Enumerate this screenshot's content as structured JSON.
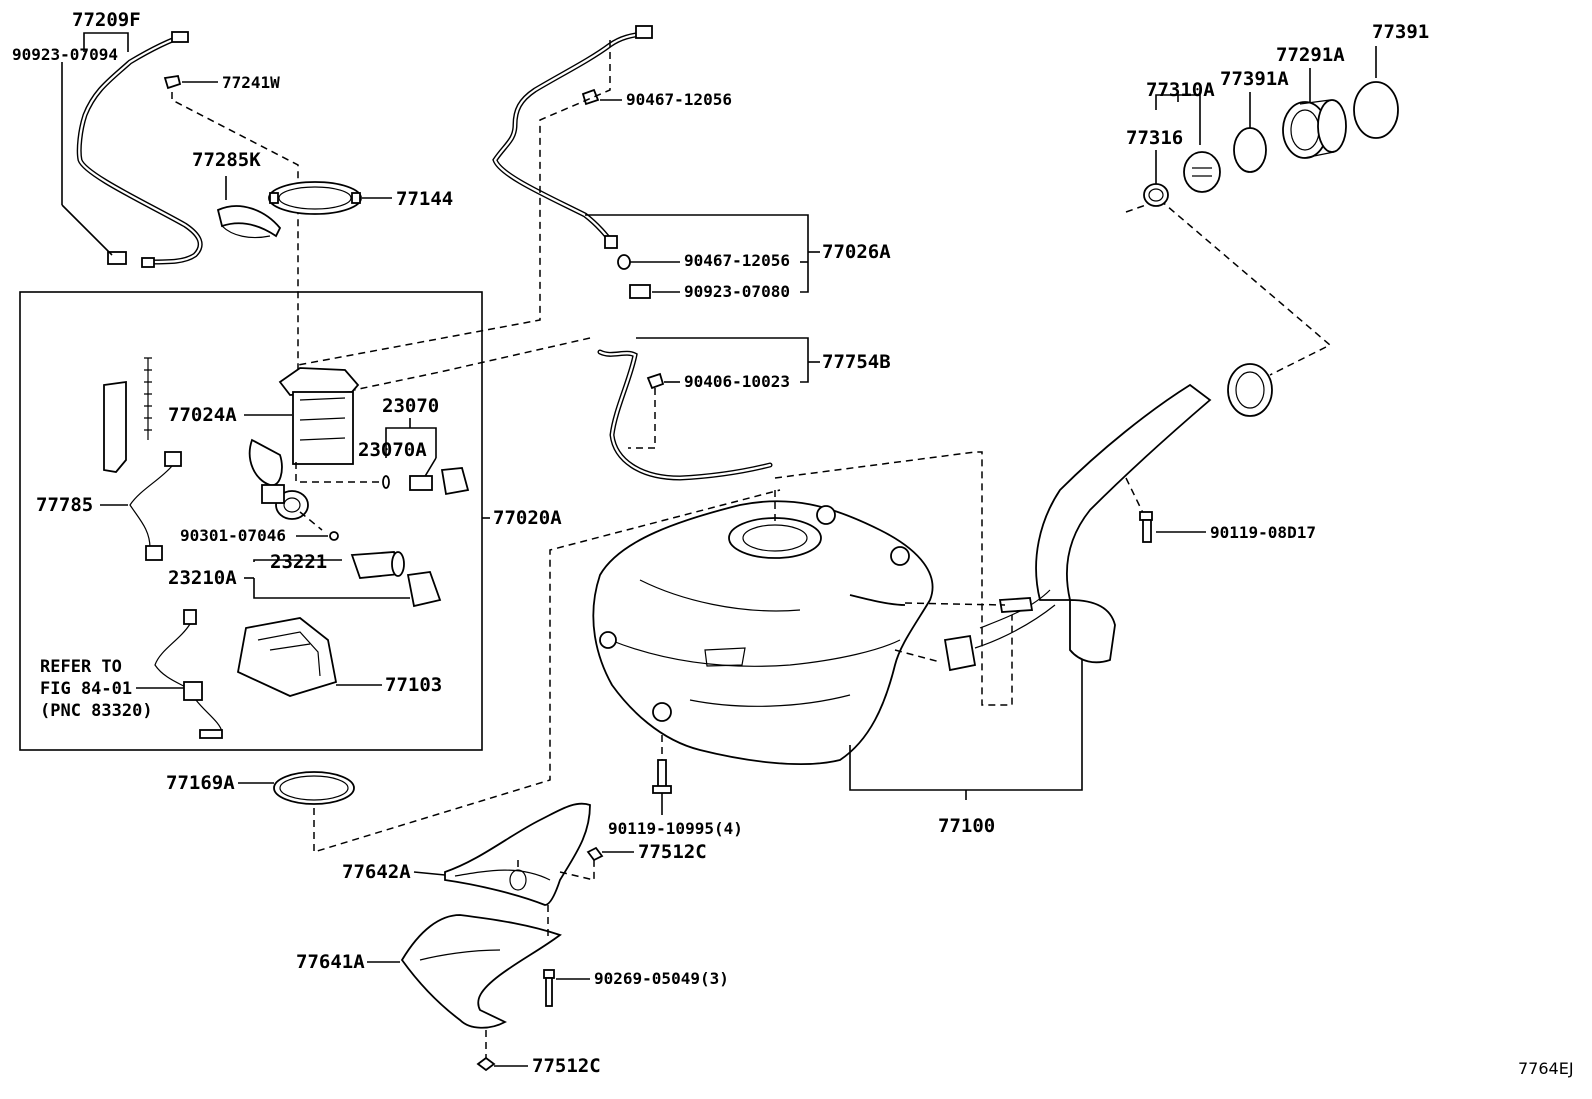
{
  "labels": {
    "p77209F": "77209F",
    "p90923_07094": "90923-07094",
    "p77241W": "77241W",
    "p77285K": "77285K",
    "p77144": "77144",
    "p90467_12056_top": "90467-12056",
    "p90467_12056": "90467-12056",
    "p90923_07080": "90923-07080",
    "p77026A": "77026A",
    "p90406_10023": "90406-10023",
    "p77754B": "77754B",
    "p77024A": "77024A",
    "p23070": "23070",
    "p23070A": "23070A",
    "p77785": "77785",
    "p90301_07046": "90301-07046",
    "p77020A": "77020A",
    "p23221": "23221",
    "p23210A": "23210A",
    "p77103": "77103",
    "refer1": "REFER TO",
    "refer2": "FIG 84-01",
    "refer3": "(PNC 83320)",
    "p77169A": "77169A",
    "p90119_10995": "90119-10995(4)",
    "p77512C_top": "77512C",
    "p77642A": "77642A",
    "p77641A": "77641A",
    "p90269_05049": "90269-05049(3)",
    "p77512C_bottom": "77512C",
    "p77100": "77100",
    "p90119_08D17": "90119-08D17",
    "p77310A": "77310A",
    "p77316": "77316",
    "p77391A": "77391A",
    "p77291A": "77291A",
    "p77391": "77391",
    "figure_code": "7764EJ"
  }
}
